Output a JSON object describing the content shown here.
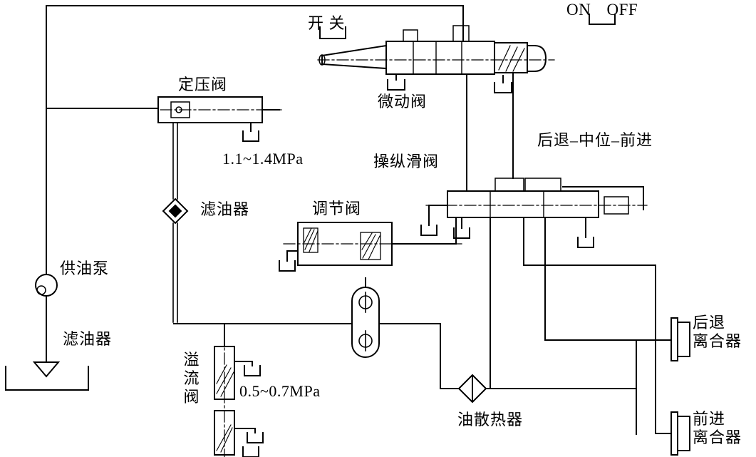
{
  "labels": {
    "switch": "开 关",
    "on_off": "ON OFF",
    "constant_pressure_valve": "定压阀",
    "micro_valve": "微动阀",
    "high_pressure_range": "1.1~1.4MPa",
    "control_slide_valve": "操纵滑阀",
    "gear_positions": "后退–中位–前进",
    "oil_filter_top": "滤油器",
    "regulating_valve": "调节阀",
    "oil_supply_pump": "供油泵",
    "oil_filter_bottom": "滤油器",
    "relief_valve": "溢\n流\n阀",
    "low_pressure_range": "0.5~0.7MPa",
    "oil_cooler": "油散热器",
    "reverse_clutch": "后退\n离合器",
    "forward_clutch": "前进\n离合器"
  },
  "colors": {
    "line": "#000000",
    "background": "#ffffff"
  }
}
